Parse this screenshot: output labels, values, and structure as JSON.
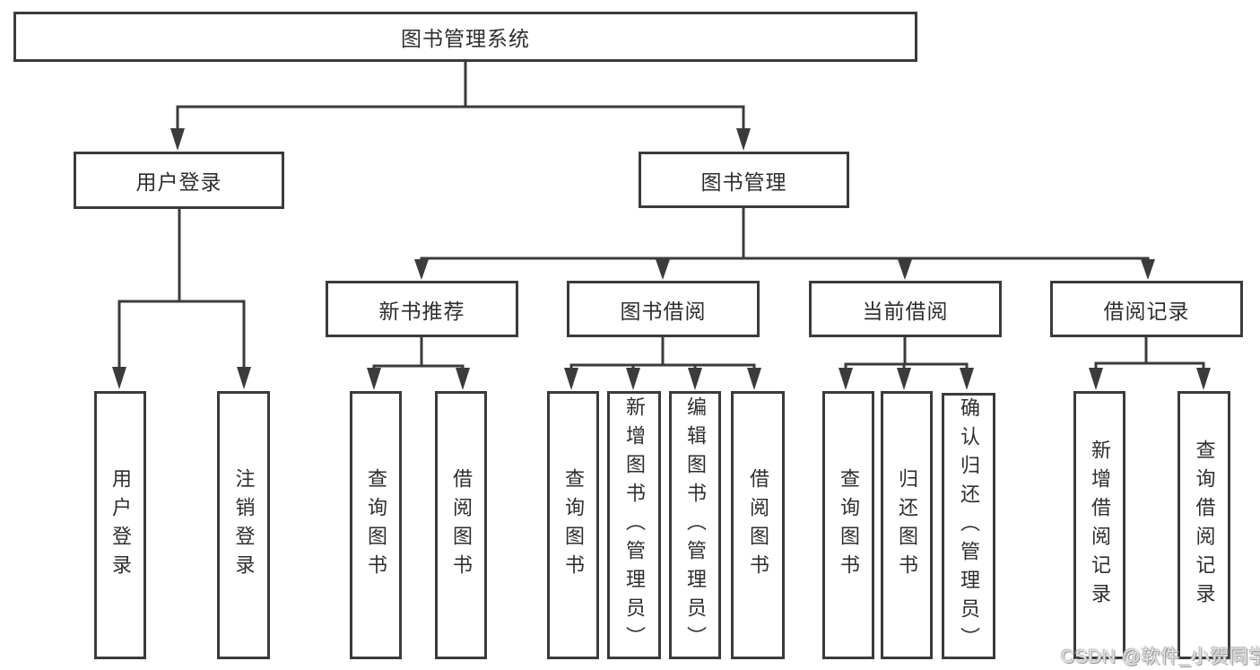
{
  "diagram": {
    "title": "图书管理系统",
    "level2": {
      "user_login": "用户登录",
      "book_management": "图书管理"
    },
    "user_login_children": {
      "login": "用户登录",
      "logout": "注销登录"
    },
    "book_management_children": {
      "new_books": "新书推荐",
      "borrowing": "图书借阅",
      "current": "当前借阅",
      "records": "借阅记录"
    },
    "new_books_children": {
      "query": "查询图书",
      "borrow": "借阅图书"
    },
    "borrowing_children": {
      "query": "查询图书",
      "add": "新增图书（管理员）",
      "edit": "编辑图书（管理员）",
      "borrow": "借阅图书"
    },
    "current_children": {
      "query": "查询图书",
      "return": "归还图书",
      "confirm": "确认归还（管理员）"
    },
    "records_children": {
      "add": "新增借阅记录",
      "query": "查询借阅记录"
    }
  },
  "watermark": {
    "text": "CSDN @软件_小贺同学"
  },
  "colors": {
    "line": "#3b3b3b",
    "text": "#2e2e2e",
    "background": "#ffffff",
    "watermark": "#e2e2e2"
  }
}
